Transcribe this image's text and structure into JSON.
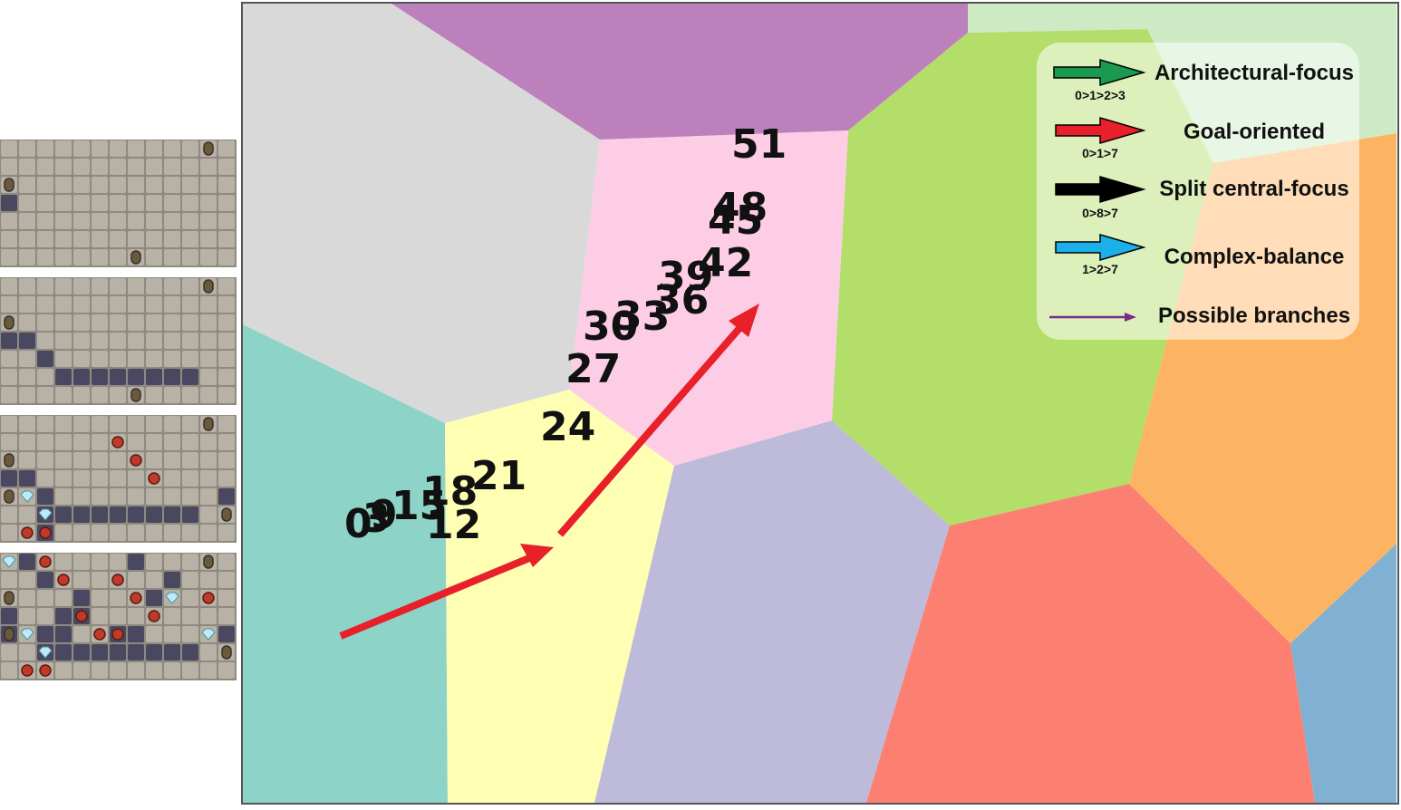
{
  "legend": {
    "items": [
      {
        "title": "Architectural-focus",
        "sequence": "0>1>2>3",
        "color": "#1a9a50",
        "kind": "arrow"
      },
      {
        "title": "Goal-oriented",
        "sequence": "0>1>7",
        "color": "#e8202a",
        "kind": "arrow"
      },
      {
        "title": "Split central-focus",
        "sequence": "0>8>7",
        "color": "#000000",
        "kind": "arrow"
      },
      {
        "title": "Complex-balance",
        "sequence": "1>2>7",
        "color": "#1ab0ea",
        "kind": "arrow"
      },
      {
        "title": "Possible branches",
        "sequence": "",
        "color": "#7a2a8a",
        "kind": "thin-arrow"
      }
    ]
  },
  "steps": [
    "0",
    "3",
    "9",
    "15",
    "12",
    "18",
    "21",
    "24",
    "27",
    "30",
    "33",
    "36",
    "39",
    "42",
    "45",
    "48",
    "51"
  ],
  "colors": {
    "teal": "#8dd3c7",
    "yellow": "#ffffb3",
    "lavender": "#bebada",
    "salmon": "#fb8072",
    "blue": "#80b1d3",
    "orange": "#fdb462",
    "green": "#b3de69",
    "pink": "#fccde5",
    "grey": "#d9d9d9",
    "purple": "#bc80bd",
    "mint": "#ccebc5",
    "path_arrow": "#e8202a"
  }
}
